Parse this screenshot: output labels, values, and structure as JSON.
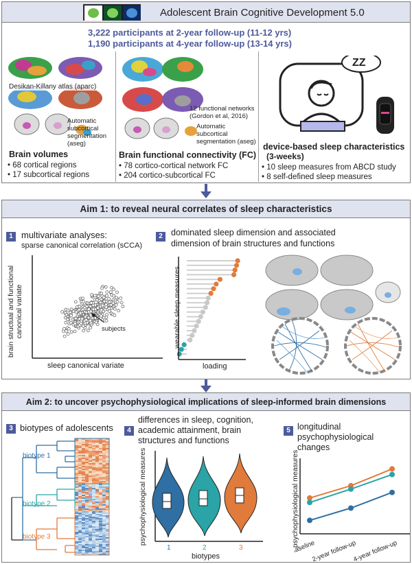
{
  "header": {
    "title": "Adolescent Brain Cognitive Development 5.0",
    "participants_2yr": "3,222 participants at 2-year follow-up (11-12 yrs)",
    "participants_4yr": "1,190 participants at 4-year follow-up (13-14 yrs)",
    "colors": {
      "accent": "#4d5a9c",
      "panel_header": "#dfe3ef"
    }
  },
  "volumes": {
    "atlas_label": "Desikan-Killany atlas (aparc)",
    "aseg_label": "Automatic subcortical segmentation (aseg)",
    "title": "Brain volumes",
    "bullets": [
      "68 cortical regions",
      "17 subcortical regions"
    ]
  },
  "fc": {
    "networks_label": "12 functional networks (Gordon et al, 2016)",
    "aseg_label": "Automatic subcortical segmentation (aseg)",
    "title": "Brain functional connectivity (FC)",
    "bullets": [
      "78 cortico-cortical network FC",
      "204 cortico-subcortical FC"
    ]
  },
  "sleep": {
    "title": "device-based sleep characteristics",
    "subtitle": "(3-weeks)",
    "bullets": [
      "10 sleep measures from ABCD study",
      "8 self-defined sleep measures"
    ],
    "zzz": "ZZ"
  },
  "aim1": {
    "title": "Aim 1: to reveal neural correlates of sleep characteristics",
    "step1_num": "1",
    "step1_title": "multivariate analyses:",
    "step1_sub": "sparse canonical correlation (sCCA)",
    "scatter_ylabel": "brain structual and functional canonical variate",
    "scatter_xlabel": "sleep canonical variate",
    "subjects_label": "subjects",
    "step2_num": "2",
    "step2_title": "dominated sleep dimension and associated",
    "step2_title2": "dimension of brain structures and functions",
    "loading_ylabel": "wearable sleep measures",
    "loading_xlabel": "loading"
  },
  "aim2": {
    "title": "Aim 2: to uncover psychophysiological implications of sleep-informed brain dimensions",
    "step3_num": "3",
    "step3_title": "biotypes of adolescents",
    "biotypes": [
      {
        "label": "biotype 1",
        "color": "#2f6fa3"
      },
      {
        "label": "biotype 2",
        "color": "#2aa4a6"
      },
      {
        "label": "biotype 3",
        "color": "#e07b3b"
      }
    ],
    "step4_num": "4",
    "step4_title": [
      "differences in sleep, cognition,",
      "academic attainment, brain",
      "structures and functions"
    ],
    "violin_ylabel": "psychophysiological measures",
    "violin_xlabel": "biotypes",
    "violin_ticks": [
      "1",
      "2",
      "3"
    ],
    "step5_num": "5",
    "step5_title": [
      "longitudinal",
      "psychophysiological",
      "changes"
    ],
    "long_ylabel": "psychophysiological measures",
    "long_ticks": [
      "baseline",
      "2-year follow-up",
      "4-year follow-up"
    ]
  },
  "chart_data": [
    {
      "type": "line",
      "x": [
        "baseline",
        "2-year follow-up",
        "4-year follow-up"
      ],
      "series": [
        {
          "name": "biotype 3",
          "color": "#e07b3b",
          "values": [
            3.2,
            4.3,
            5.8
          ]
        },
        {
          "name": "biotype 2",
          "color": "#2aa4a6",
          "values": [
            2.8,
            4.0,
            5.3
          ]
        },
        {
          "name": "biotype 1",
          "color": "#2f6fa3",
          "values": [
            1.2,
            2.3,
            3.7
          ]
        }
      ],
      "xlabel": "",
      "ylabel": "psychophysiological measures"
    }
  ]
}
